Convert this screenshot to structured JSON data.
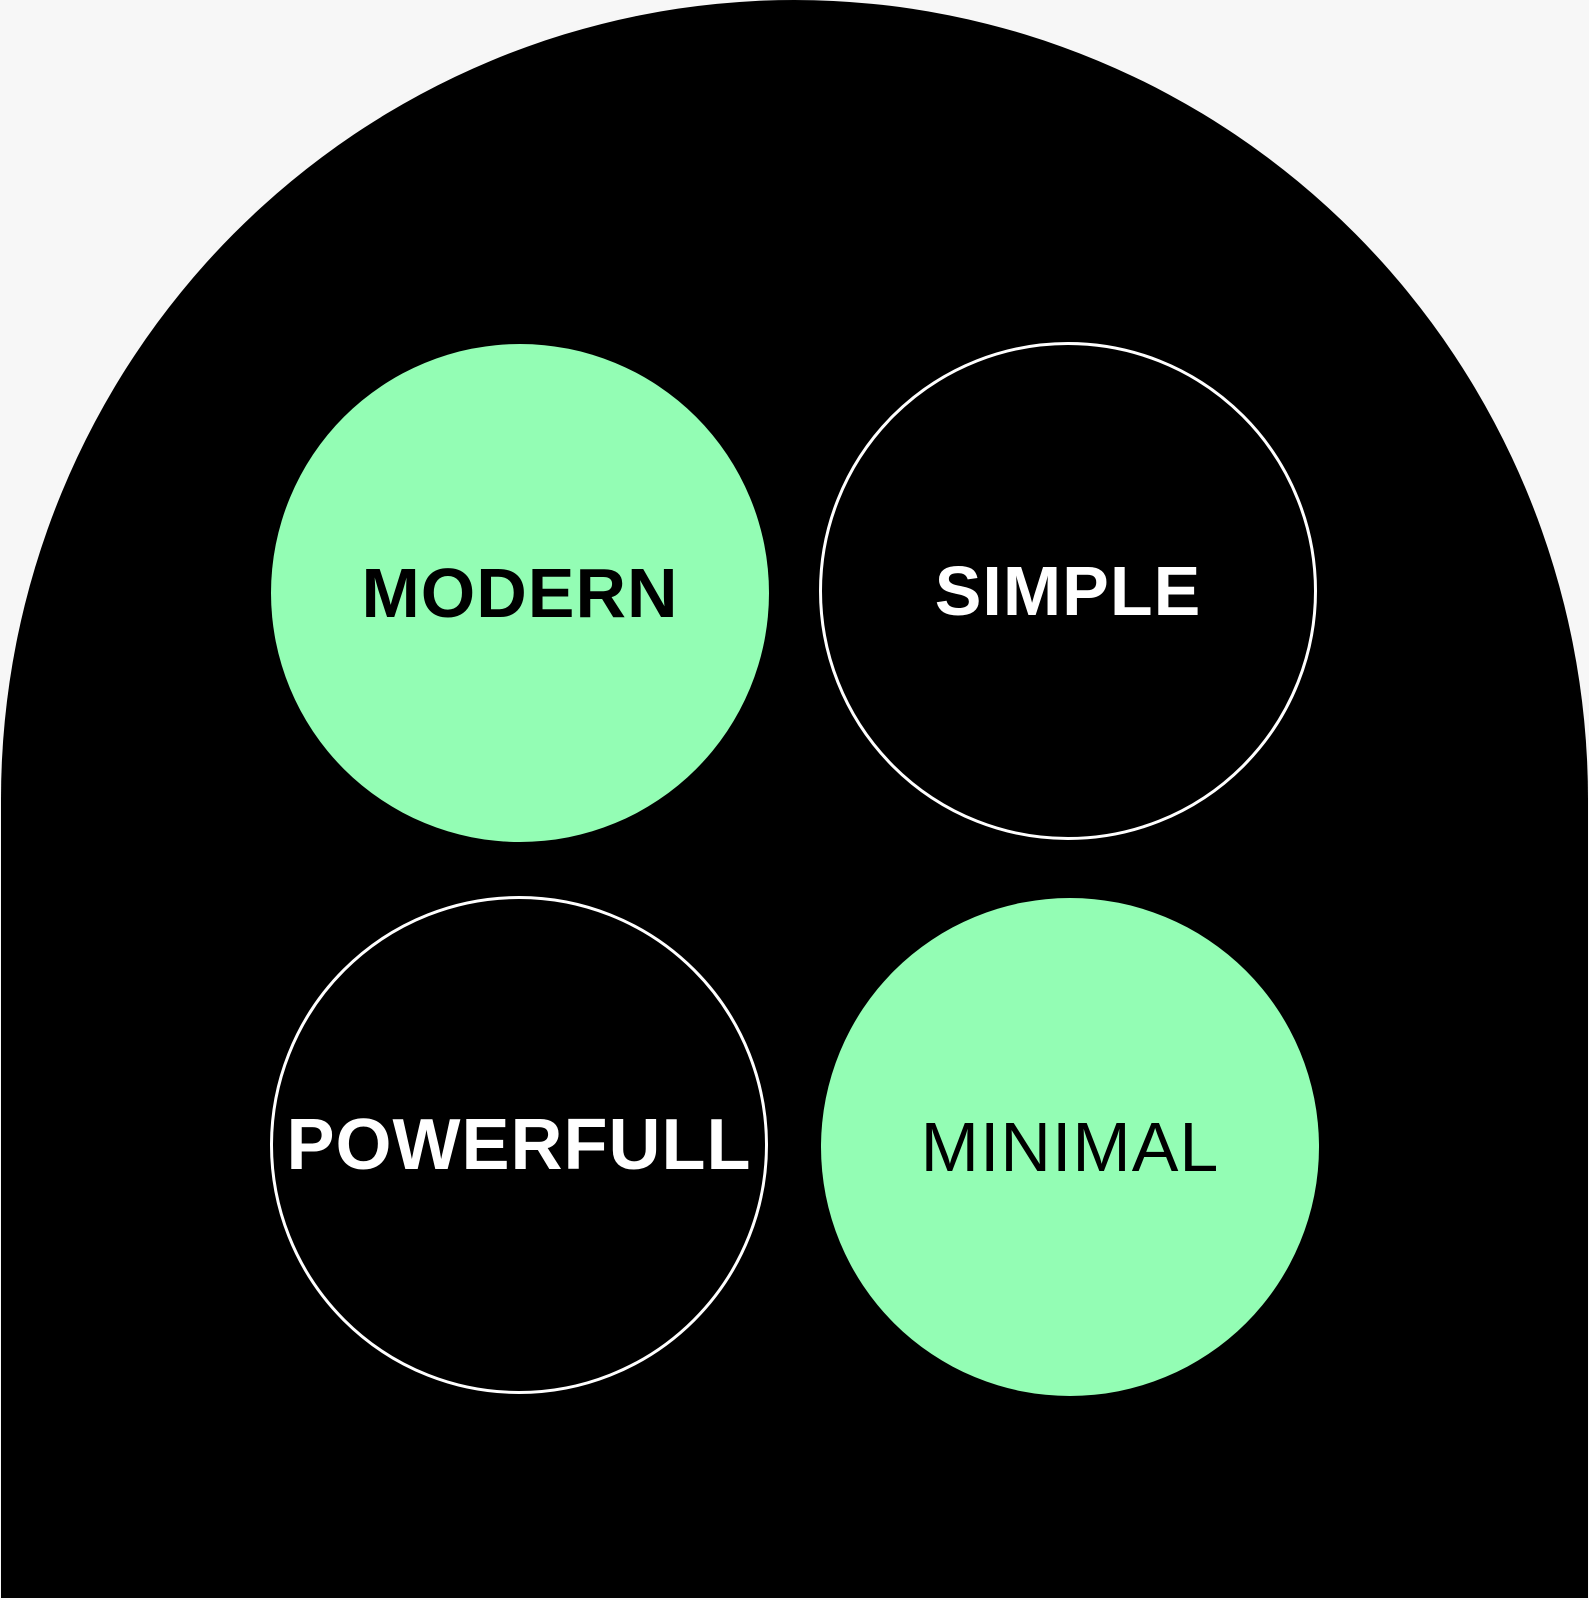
{
  "colors": {
    "page_background": "#f7f7f7",
    "arch_background": "#000000",
    "accent_green": "#93fdb4",
    "outline_white": "#ffffff"
  },
  "circles": [
    {
      "label": "MODERN",
      "style": "filled"
    },
    {
      "label": "SIMPLE",
      "style": "outlined"
    },
    {
      "label": "POWERFULL",
      "style": "outlined"
    },
    {
      "label": "MINIMAL",
      "style": "filled"
    }
  ]
}
